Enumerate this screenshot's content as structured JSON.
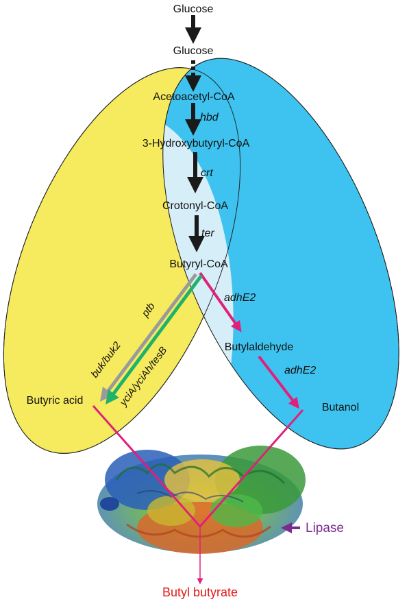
{
  "metabolites": {
    "glucose_outer": "Glucose",
    "glucose_inner": "Glucose",
    "acetoacetyl_coa": "Acetoacetyl-CoA",
    "hydroxybutyryl_coa": "3-Hydroxybutyryl-CoA",
    "crotonyl_coa": "Crotonyl-CoA",
    "butyryl_coa": "Butyryl-CoA",
    "butylaldehyde": "Butylaldehyde",
    "butanol": "Butanol",
    "butyric_acid": "Butyric acid",
    "product": "Butyl butyrate"
  },
  "enzymes": {
    "hbd": "hbd",
    "crt": "crt",
    "ter": "ter",
    "ptb": "ptb",
    "buk": "buk/buk2",
    "ycia": "yciA/yciAh/tesB",
    "adhe2_first": "adhE2",
    "adhe2_second": "adhE2"
  },
  "lipase_label": "Lipase",
  "colors": {
    "left_region": "#f6ea5e",
    "right_region": "#3ec3f0",
    "center_region": "#d6eef8",
    "main_arrow": "#1a1a1a",
    "butanol_arrow": "#e0207a",
    "ptb_arrow": "#9a9a9a",
    "thioesterase_arrow": "#1fb36a",
    "lipase_label": "#7b2a90",
    "product_label": "#e01818"
  }
}
